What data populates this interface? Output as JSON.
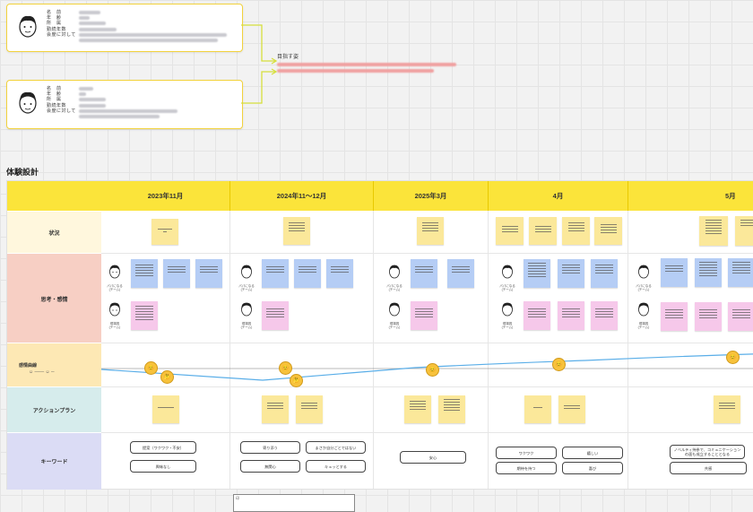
{
  "persona_cards": [
    {
      "labels": [
        "名　前",
        "年　齢",
        "所　属",
        "勤続年数",
        "会度に対して"
      ],
      "blurred_widths": [
        24,
        12,
        30,
        42,
        165
      ]
    },
    {
      "labels": [
        "名　前",
        "年　齢",
        "所　属",
        "勤続年数",
        "会度に対して"
      ],
      "blurred_widths": [
        16,
        8,
        30,
        30,
        110
      ]
    }
  ],
  "goal": {
    "label": "目指す姿"
  },
  "section_title": "体験設計",
  "columns": [
    "2023年11月",
    "2024年11〜12月",
    "2025年3月",
    "4月",
    "5月"
  ],
  "rows": [
    "状況",
    "思考・感情",
    "感情曲線",
    "アクションプラン",
    "キーワード"
  ],
  "persona_captions": [
    "パパになる\n(チーム)",
    "現場員\n(チーム)"
  ],
  "emotion": {
    "emojis": [
      "😊",
      "🤔",
      "😊",
      "🤔",
      "😊",
      "😊",
      "😊"
    ]
  },
  "keywords": [
    [
      "提案（ワクワク・不安）",
      "興味なし"
    ],
    [
      "寄り添う",
      "まさか自分ごとではない",
      "無関心",
      "キュッとする"
    ],
    [
      "安心"
    ],
    [
      "ワクワク",
      "嬉しい",
      "期待を持つ",
      "喜び"
    ],
    [
      "ノベルティ持参で、コミュニケーションの面も成立することとなる",
      "共感"
    ]
  ],
  "bottom_frame": {
    "label": "印"
  },
  "colors": {
    "header": "#fbe43a",
    "row_status": "#fff7dd",
    "row_thinking": "#f7cfc4",
    "row_emotion": "#fde8b4",
    "row_action": "#d6ecec",
    "row_keyword": "#dbdcf5",
    "line_yellow": "#d6df3c",
    "curve_blue": "#5aaee8"
  }
}
